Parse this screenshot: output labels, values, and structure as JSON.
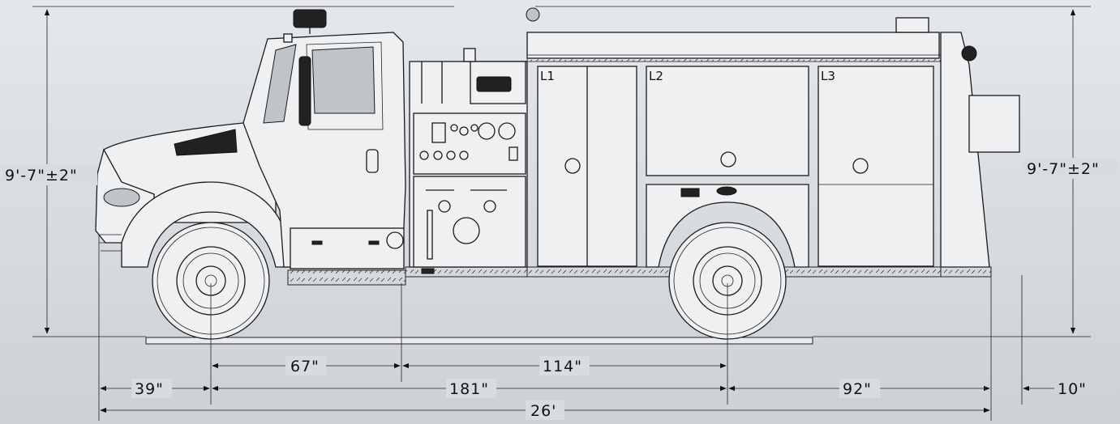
{
  "compartments": [
    "L1",
    "L2",
    "L3"
  ],
  "dimensions": {
    "height_left": "9'-7\"±2\"",
    "height_right": "9'-7\"±2\"",
    "front_axle_to_pump": "67\"",
    "pump_to_rear_axle": "114\"",
    "front_overhang": "39\"",
    "wheelbase": "181\"",
    "rear_overhang": "92\"",
    "rear_step": "10\"",
    "overall_length": "26'"
  },
  "colors": {
    "line": "#1a1a1a",
    "background": "#d9dde2",
    "body": "#eef0f2"
  }
}
